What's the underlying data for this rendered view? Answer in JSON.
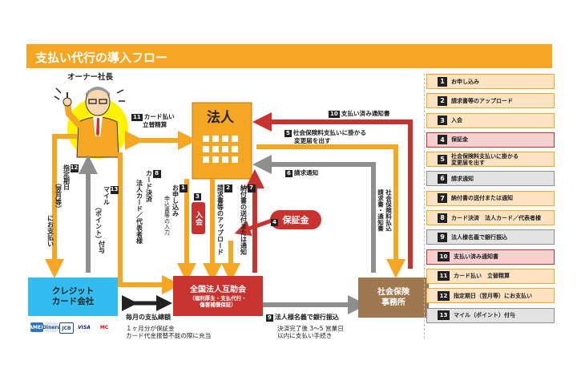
{
  "title": "支払い代行の導入フロー",
  "owner_label": "オーナー社長",
  "corp": {
    "name": "法人"
  },
  "credit": {
    "line1": "クレジット",
    "line2": "カード会社"
  },
  "mutual": {
    "line1": "全国法人互助会",
    "sub1": "（福利厚生・支払代行・",
    "sub2": "傷害補償保証）"
  },
  "social": {
    "line1": "社会保険",
    "line2": "事務所"
  },
  "hosho_badge": "保証金",
  "nyukai_badge": "入会",
  "monthly": {
    "title": "毎月の支払總額",
    "note1": "１ヶ月分が保証金",
    "note2": "カード代金振替不能の際に充当"
  },
  "bank": {
    "num": "9",
    "title": "法人様名義で銀行振込",
    "note1": "決済完了後 3～5 営業日",
    "note2": "以内に支払い手続き"
  },
  "arrows": {
    "a1_num": "1",
    "a1": "お申し込み",
    "a1_sub": "申込書等の入力",
    "a2_num": "2",
    "a2": "請求書等のアップロード",
    "a3_num": "3",
    "a4_num": "4",
    "a5_num": "5",
    "a5_l1": "社会保険料支払いに掛かる",
    "a5_l2": "変更届を出す",
    "a6_num": "6",
    "a6": "請求通知",
    "a7_num": "7",
    "a7": "納付書の送付または通知",
    "a8_num": "8",
    "a8_l1": "カード決済",
    "a8_l2": "法人カード／代表者様",
    "a10_num": "10",
    "a10": "支払い済み通知書",
    "a11_num": "11",
    "a11_l1": "カード払い",
    "a11_l2": "立替精算",
    "a12_num": "12",
    "a12_l1": "指定期日",
    "a12_l2": "（翌月等）",
    "a12_l3": "にお支払い",
    "a13_num": "13",
    "a13_l1": "マイル",
    "a13_l2": "（ポイント）",
    "a13_l3": "付与",
    "social_vert_l1": "社会保険料払込",
    "social_vert_l2": "請求書・通知書"
  },
  "cards": [
    "AMEX",
    "Diners",
    "JCB",
    "VISA",
    "MC"
  ],
  "legend": [
    {
      "num": "1",
      "text": "お申し込み",
      "type": "orange"
    },
    {
      "num": "2",
      "text": "請求書等のアップロード",
      "type": "orange"
    },
    {
      "num": "3",
      "text": "入会",
      "type": "orange"
    },
    {
      "num": "4",
      "text": "保証金",
      "type": "red"
    },
    {
      "num": "5",
      "text": "社会保険料支払いに掛かる\n変更届を出す",
      "type": "orange"
    },
    {
      "num": "6",
      "text": "請求通知",
      "type": "gray"
    },
    {
      "num": "7",
      "text": "納付書の送付または通知",
      "type": "orange"
    },
    {
      "num": "8",
      "text": "カード決済　法人カード／代表者様",
      "type": "orange"
    },
    {
      "num": "9",
      "text": "法人様名義で銀行振込",
      "type": "gray"
    },
    {
      "num": "10",
      "text": "支払い済み通知書",
      "type": "red"
    },
    {
      "num": "11",
      "text": "カード払い　立替精算",
      "type": "orange"
    },
    {
      "num": "12",
      "text": "指定期日（翌月等）にお支払い",
      "type": "orange"
    },
    {
      "num": "13",
      "text": "マイル（ポイント）付与",
      "type": "gray"
    }
  ],
  "colors": {
    "orange": "#f5a623",
    "orange_light": "#fde3c2",
    "red": "#c8322f",
    "red_light": "#f6d0cf",
    "gray": "#8e8e8e",
    "gray_light": "#e3e3e3",
    "blue": "#33bcf0",
    "brown": "#a07850"
  }
}
